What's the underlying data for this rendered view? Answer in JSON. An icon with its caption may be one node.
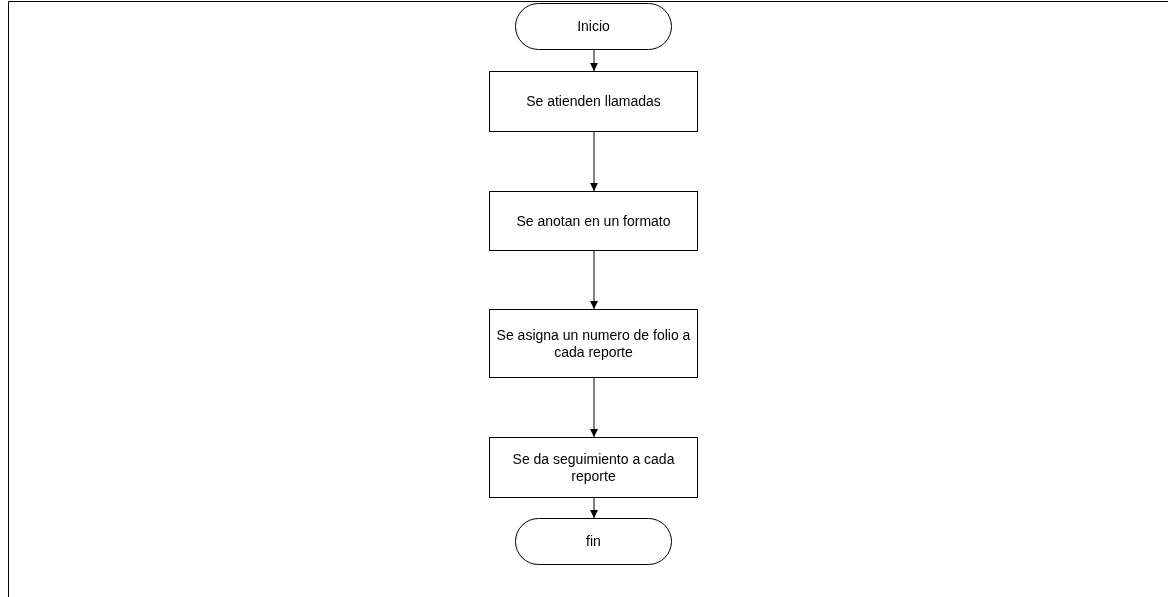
{
  "diagram": {
    "nodes": [
      {
        "text": [
          "Inicio"
        ]
      },
      {
        "text": [
          "Se atienden llamadas"
        ]
      },
      {
        "text": [
          "Se anotan en un formato"
        ]
      },
      {
        "text": [
          "Se asigna un numero de folio a cada reporte"
        ]
      },
      {
        "text": [
          "Se da seguimiento a cada reporte"
        ]
      },
      {
        "text": [
          "fin"
        ]
      }
    ],
    "edges": [
      {
        "from": 0,
        "to": 1,
        "arrow": "to"
      },
      {
        "from": 1,
        "to": 2,
        "arrow": "to"
      },
      {
        "from": 2,
        "to": 3,
        "arrow": "to"
      },
      {
        "from": 3,
        "to": 4,
        "arrow": "to"
      },
      {
        "from": 4,
        "to": 5,
        "arrow": "to"
      }
    ]
  }
}
